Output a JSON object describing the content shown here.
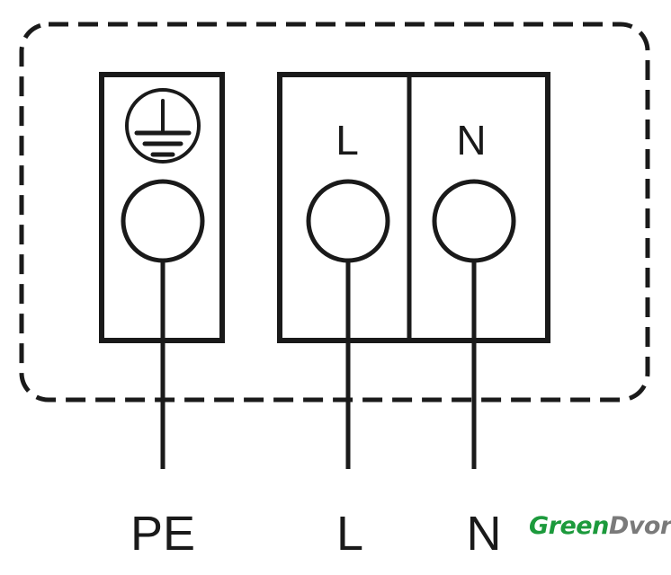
{
  "diagram": {
    "terminal_labels": {
      "live": "L",
      "neutral": "N"
    },
    "wire_labels": {
      "earth": "PE",
      "live": "L",
      "neutral": "N"
    },
    "earth_symbol": "protective-earth-icon"
  },
  "logo": {
    "part1": "Green",
    "part2": "Dvor",
    "color1": "#1c9a3c",
    "color2": "#7a7a7a"
  }
}
